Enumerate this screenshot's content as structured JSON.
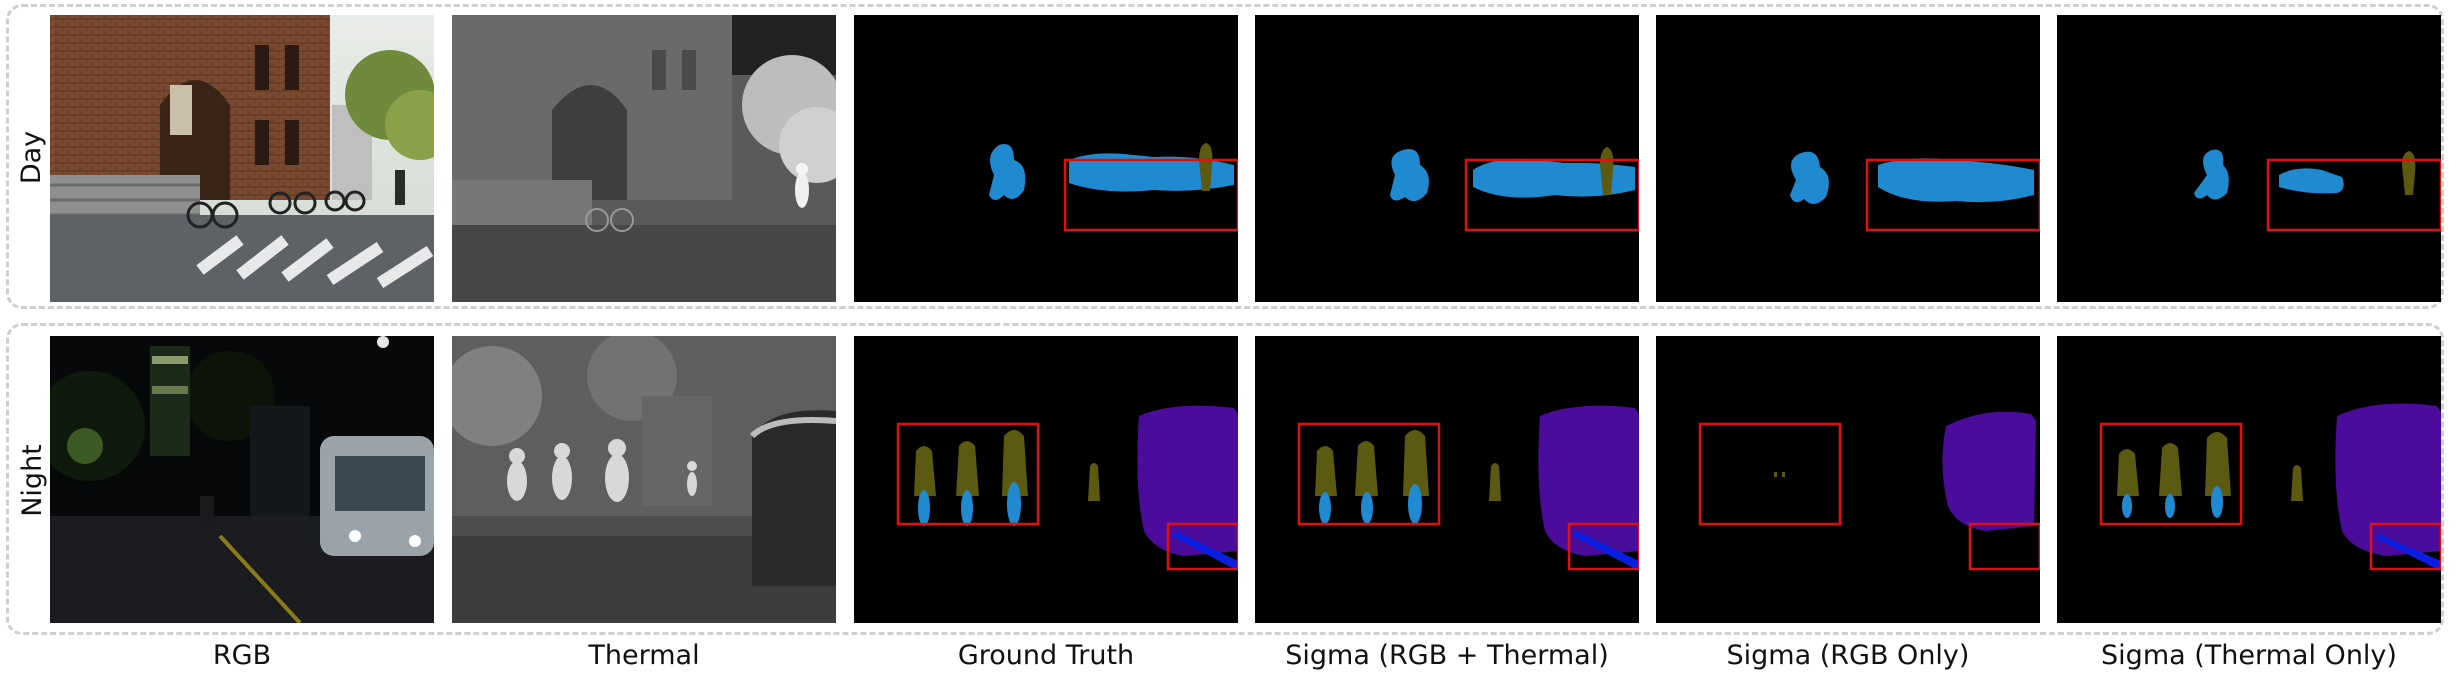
{
  "rows": [
    {
      "label": "Day"
    },
    {
      "label": "Night"
    }
  ],
  "columns": [
    {
      "label": "RGB"
    },
    {
      "label": "Thermal"
    },
    {
      "label": "Ground Truth"
    },
    {
      "label": "Sigma (RGB + Thermal)"
    },
    {
      "label": "Sigma (RGB Only)"
    },
    {
      "label": "Sigma (Thermal Only)"
    }
  ],
  "colors": {
    "person": "#5c5a10",
    "bike": "#1f8ad0",
    "car": "#4b0c9c",
    "curve": "#0a1de0",
    "highlight": "#e01010",
    "border": "#cfcfcf"
  }
}
